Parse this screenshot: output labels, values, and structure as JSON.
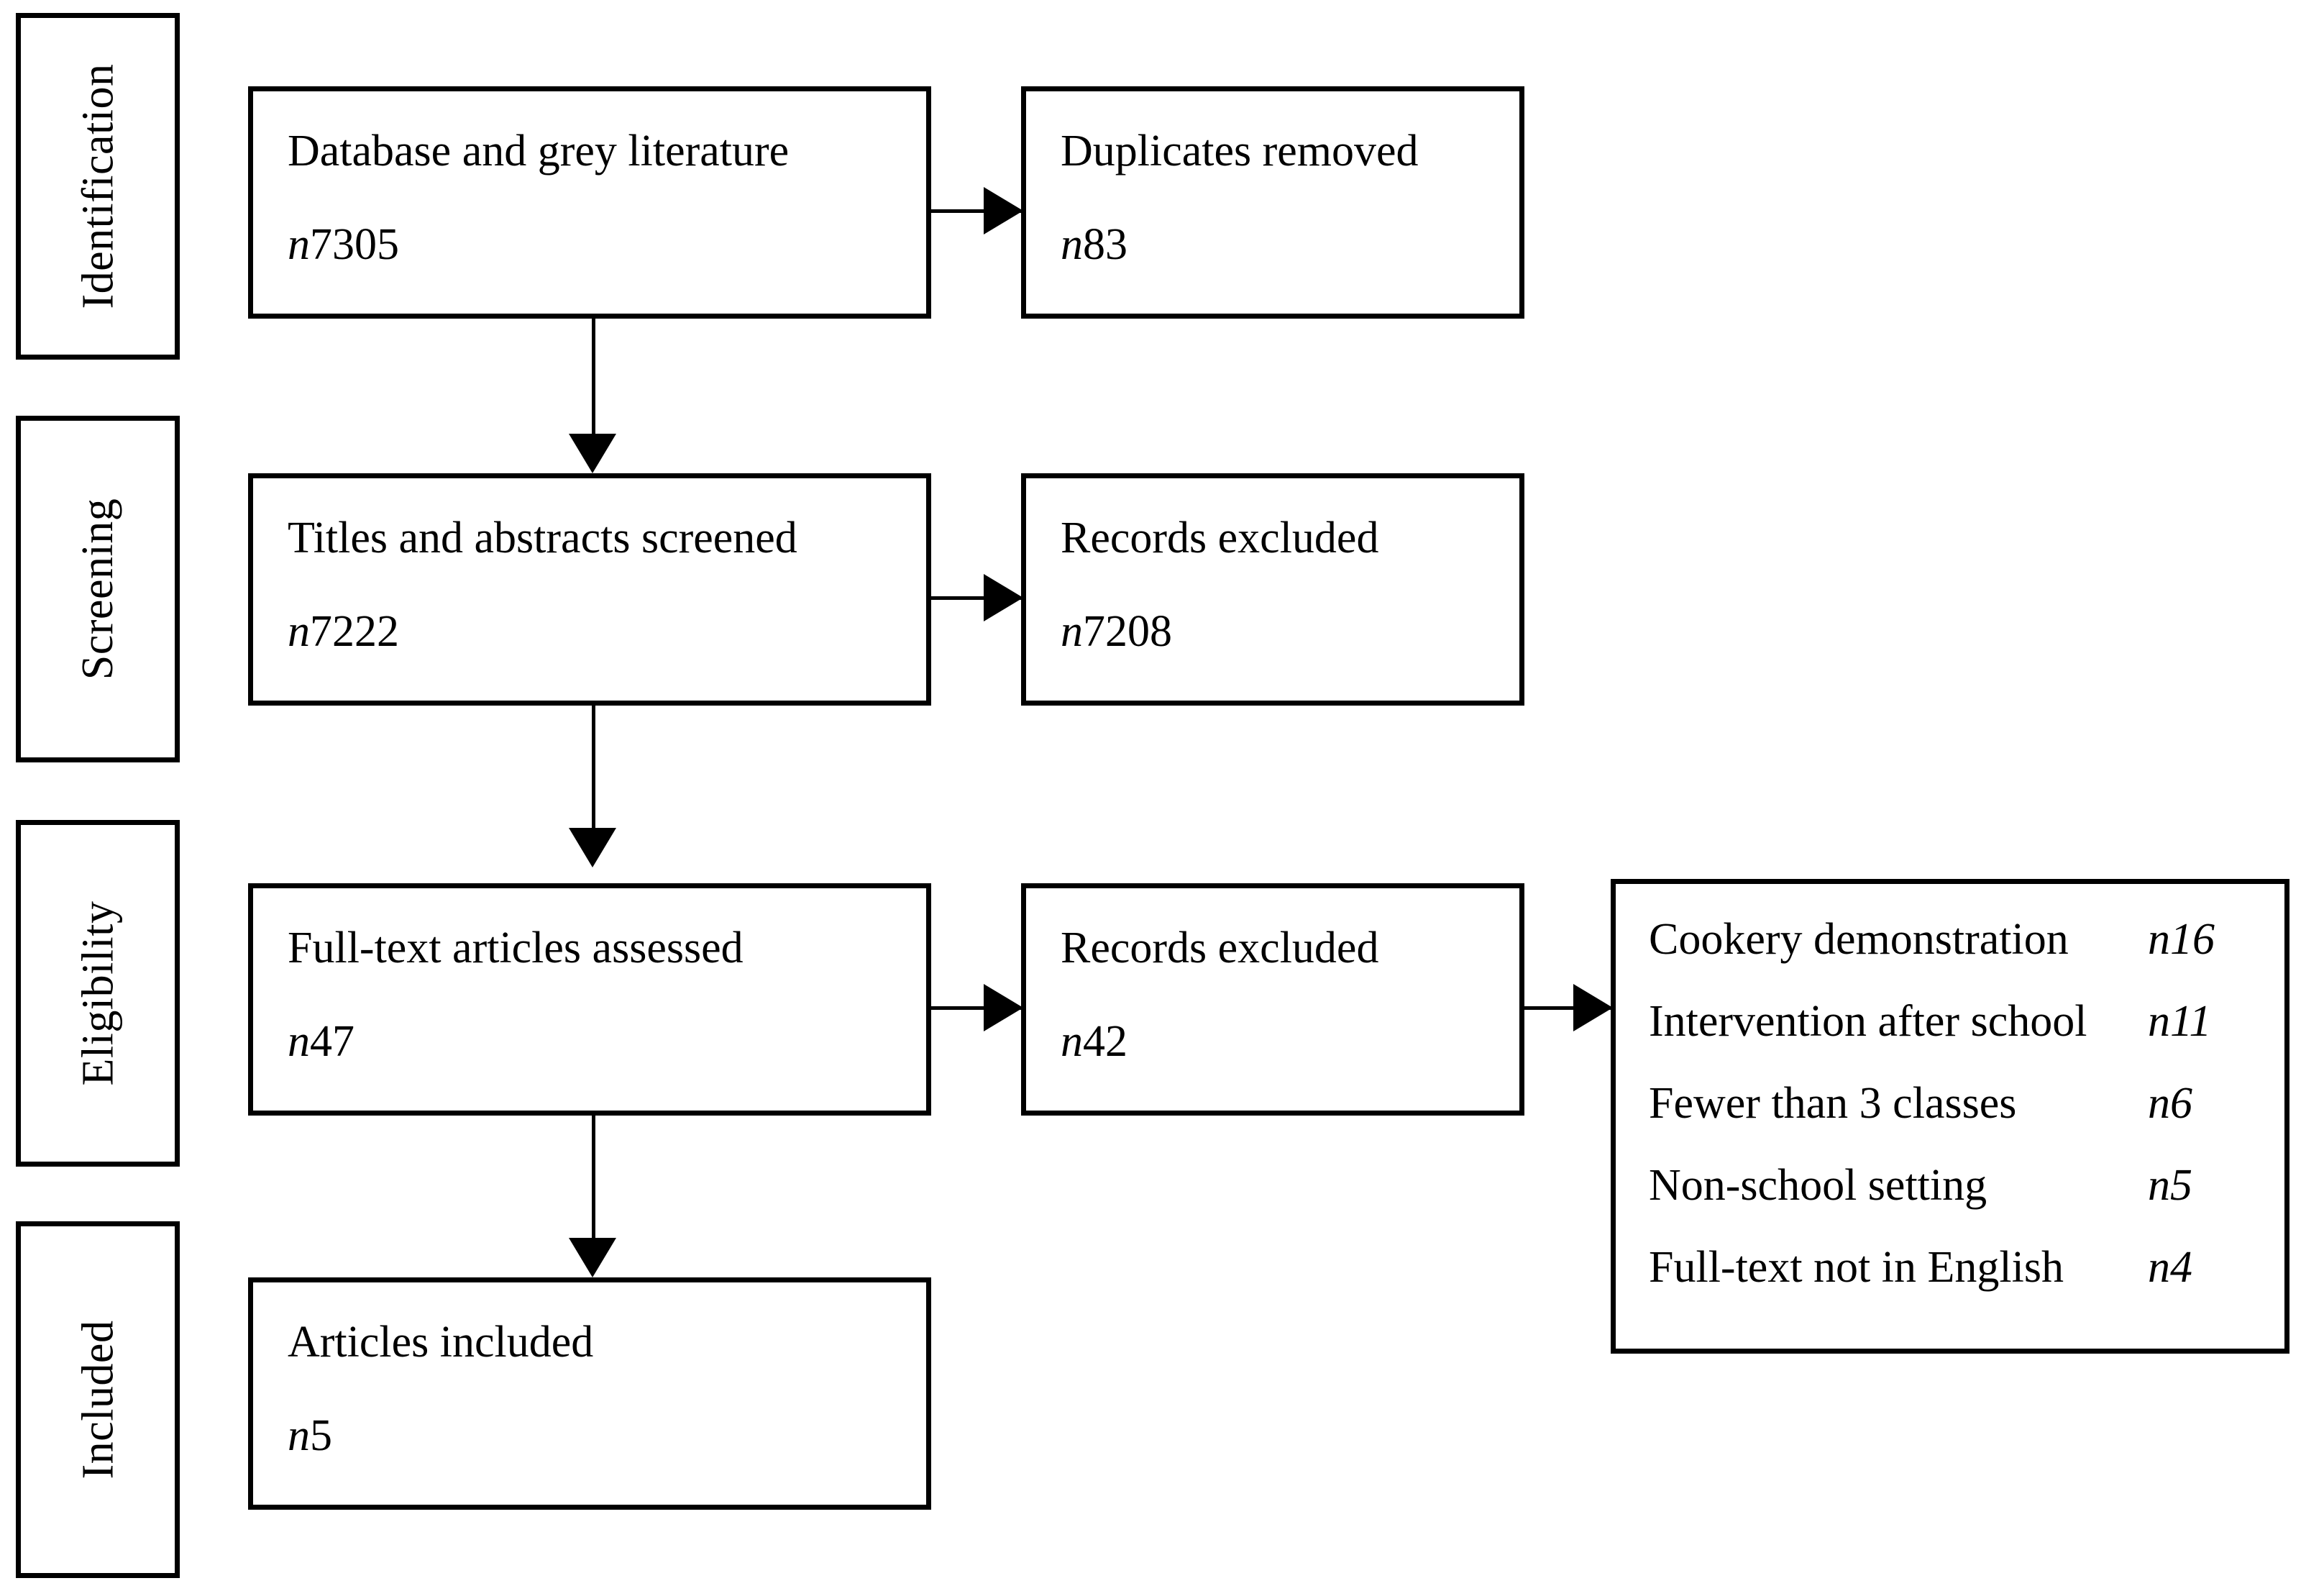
{
  "diagram": {
    "type": "prisma-flow-diagram",
    "stage_labels": [
      {
        "id": "identification",
        "text": "Identification"
      },
      {
        "id": "screening",
        "text": "Screening"
      },
      {
        "id": "eligibility",
        "text": "Eligibility"
      },
      {
        "id": "included",
        "text": "Included"
      }
    ],
    "boxes": [
      {
        "id": "database-grey-literature",
        "label": "Database and grey literature",
        "count_prefix": "n",
        "count": "7305"
      },
      {
        "id": "duplicates-removed",
        "label": "Duplicates removed",
        "count_prefix": "n",
        "count": "83"
      },
      {
        "id": "titles-abstracts-screened",
        "label": "Titles and abstracts screened",
        "count_prefix": "n",
        "count": "7222"
      },
      {
        "id": "records-excluded-screening",
        "label": "Records excluded",
        "count_prefix": "n",
        "count": "7208"
      },
      {
        "id": "full-text-assessed",
        "label": "Full-text articles assessed",
        "count_prefix": "n",
        "count": "47"
      },
      {
        "id": "records-excluded-eligibility",
        "label": "Records excluded",
        "count_prefix": "n",
        "count": "42"
      },
      {
        "id": "articles-included",
        "label": "Articles included",
        "count_prefix": "n",
        "count": "5"
      }
    ],
    "exclusion_reasons": [
      {
        "label": "Cookery demonstration",
        "count_prefix": "n",
        "count": "16"
      },
      {
        "label": "Intervention after school",
        "count_prefix": "n",
        "count": "11"
      },
      {
        "label": "Fewer than 3 classes",
        "count_prefix": "n",
        "count": "6"
      },
      {
        "label": "Non-school setting",
        "count_prefix": "n",
        "count": "5"
      },
      {
        "label": "Full-text not in English",
        "count_prefix": "n",
        "count": "4"
      }
    ],
    "colors": {
      "stroke": "#000000",
      "background": "#ffffff",
      "text": "#000000"
    }
  }
}
